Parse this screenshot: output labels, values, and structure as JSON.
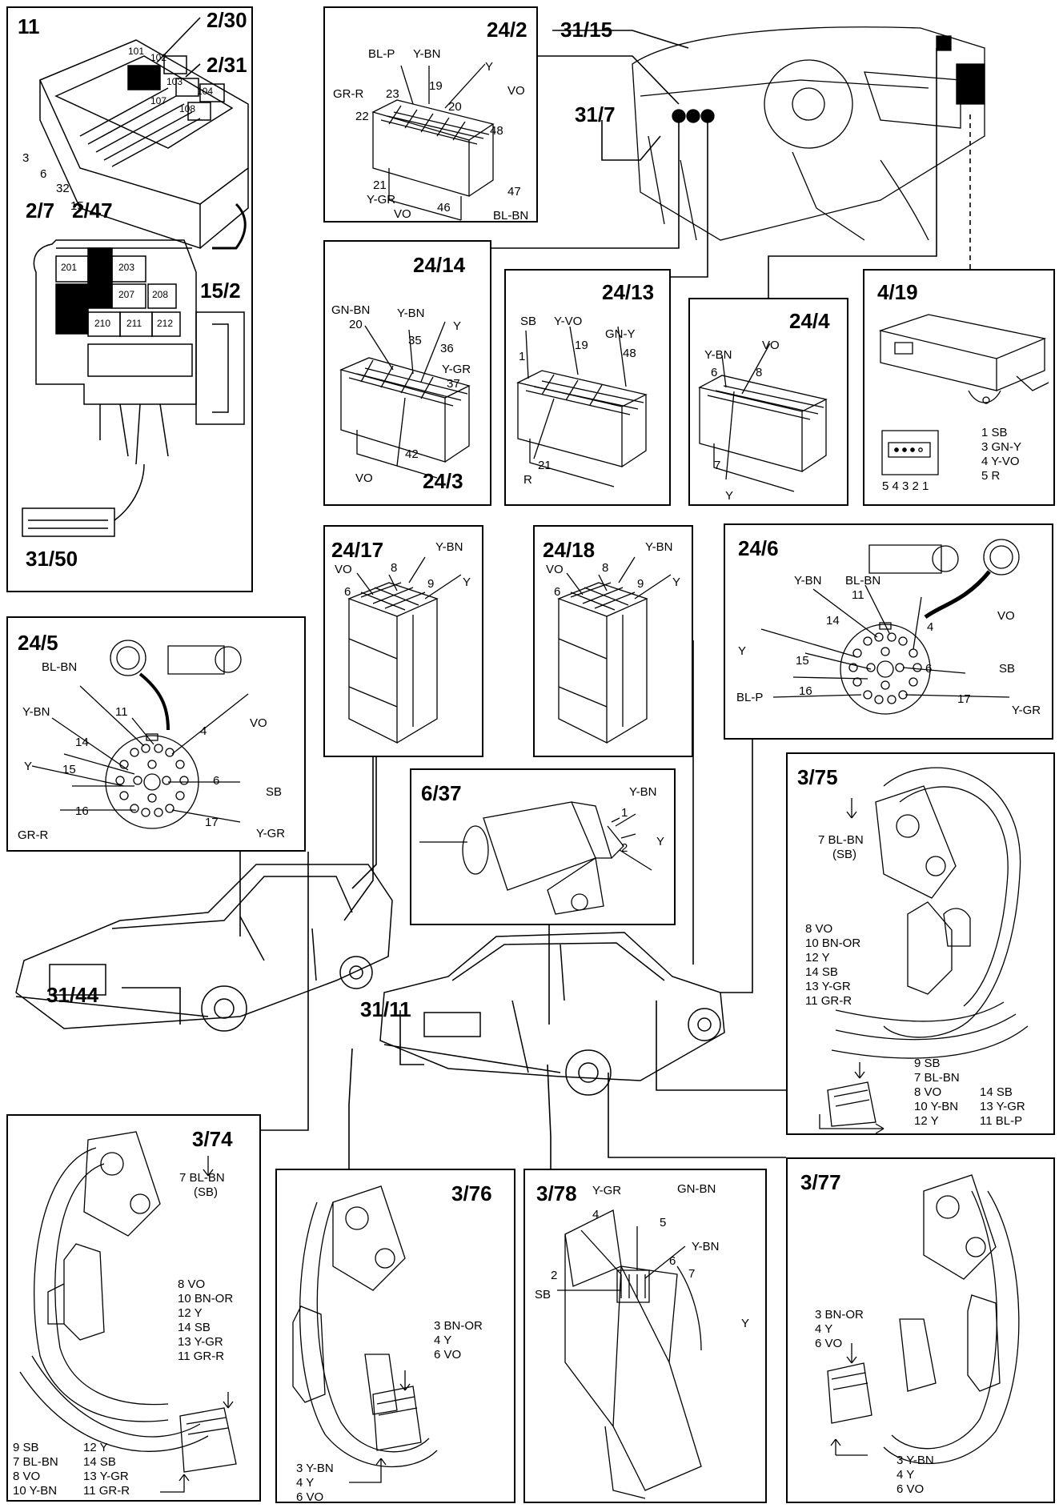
{
  "p11": {
    "title": "11",
    "fuse_labels": [
      "101",
      "102",
      "103",
      "104",
      "107",
      "108"
    ],
    "callouts": [
      "3",
      "6",
      "32",
      "15"
    ],
    "relay_labels": [
      "201",
      "203",
      "207",
      "208",
      "210",
      "211",
      "212"
    ],
    "sub_a": "2/7",
    "sub_b": "2/47",
    "sub_c": "15/2",
    "sub_d": "31/50"
  },
  "refs": {
    "r2_30": "2/30",
    "r2_31": "2/31",
    "r31_15": "31/15",
    "r31_7": "31/7",
    "r31_44": "31/44",
    "r31_11": "31/11"
  },
  "c24_2": {
    "title": "24/2",
    "labels": [
      "BL-P",
      "Y-BN",
      "GR-R",
      "23",
      "19",
      "Y",
      "22",
      "20",
      "VO",
      "48",
      "47",
      "21",
      "Y-GR",
      "VO",
      "46",
      "BL-BN"
    ]
  },
  "c24_14": {
    "title": "24/14",
    "sub": "24/3",
    "labels": [
      "GN-BN",
      "20",
      "Y-BN",
      "35",
      "Y",
      "36",
      "Y-GR",
      "37",
      "42",
      "VO"
    ]
  },
  "c24_13": {
    "title": "24/13",
    "labels": [
      "SB",
      "Y-VO",
      "GN-Y",
      "1",
      "19",
      "48",
      "21",
      "R"
    ]
  },
  "c24_4": {
    "title": "24/4",
    "labels": [
      "Y-BN",
      "VO",
      "6",
      "8",
      "7",
      "Y"
    ]
  },
  "c4_19": {
    "title": "4/19",
    "pins": "5 4 3 2 1",
    "list": [
      "1 SB",
      "3 GN-Y",
      "4 Y-VO",
      "5 R"
    ]
  },
  "c24_17": {
    "title": "24/17",
    "labels": [
      "Y-BN",
      "VO",
      "8",
      "6",
      "9",
      "Y"
    ]
  },
  "c24_18": {
    "title": "24/18",
    "labels": [
      "Y-BN",
      "VO",
      "8",
      "6",
      "9",
      "Y"
    ]
  },
  "c24_6": {
    "title": "24/6",
    "labels": [
      "Y-BN",
      "BL-BN",
      "11",
      "14",
      "4",
      "VO",
      "Y",
      "15",
      "6",
      "SB",
      "16",
      "17",
      "BL-P",
      "Y-GR"
    ]
  },
  "c24_5": {
    "title": "24/5",
    "labels": [
      "BL-BN",
      "11",
      "Y-BN",
      "4",
      "VO",
      "14",
      "Y",
      "15",
      "6",
      "SB",
      "16",
      "17",
      "GR-R",
      "Y-GR"
    ]
  },
  "c6_37": {
    "title": "6/37",
    "labels": [
      "Y-BN",
      "1",
      "Y",
      "2"
    ]
  },
  "c3_75": {
    "title": "3/75",
    "top": [
      "7 BL-BN",
      "(SB)"
    ],
    "wires": [
      "8 VO",
      "10 BN-OR",
      "12 Y",
      "14 SB",
      "13 Y-GR",
      "11 GR-R"
    ],
    "list_a": [
      "9 SB",
      "7 BL-BN",
      "8 VO",
      "10 Y-BN",
      "12 Y"
    ],
    "list_b": [
      "14 SB",
      "13 Y-GR",
      "11 BL-P"
    ]
  },
  "c3_74": {
    "title": "3/74",
    "top": [
      "7 BL-BN",
      "(SB)"
    ],
    "wires": [
      "8 VO",
      "10 BN-OR",
      "12 Y",
      "14 SB",
      "13 Y-GR",
      "11 GR-R"
    ],
    "list_a": [
      "9 SB",
      "7 BL-BN",
      "8 VO",
      "10 Y-BN"
    ],
    "list_b": [
      "12 Y",
      "14 SB",
      "13 Y-GR",
      "11 GR-R"
    ]
  },
  "c3_76": {
    "title": "3/76",
    "wires": [
      "3 BN-OR",
      "4 Y",
      "6 VO"
    ],
    "list": [
      "3 Y-BN",
      "4 Y",
      "6 VO"
    ]
  },
  "c3_78": {
    "title": "3/78",
    "labels": [
      "Y-GR",
      "GN-BN",
      "4",
      "5",
      "Y-BN",
      "6",
      "2",
      "7",
      "SB",
      "Y"
    ]
  },
  "c3_77": {
    "title": "3/77",
    "wires": [
      "3 BN-OR",
      "4 Y",
      "6 VO"
    ],
    "list": [
      "3 Y-BN",
      "4 Y",
      "6 VO"
    ]
  }
}
